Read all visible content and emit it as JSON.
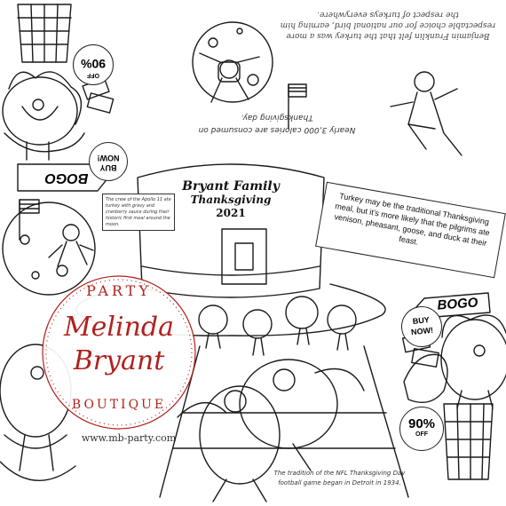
{
  "hat": {
    "line1": "Bryant Family",
    "line2": "Thanksgiving",
    "year": "2021"
  },
  "fact_box": {
    "text": "Turkey may be the traditional Thanksgiving meal, but it's more likely that the pilgrims ate venison, pheasant, goose, and duck at their feast."
  },
  "franklin_fact": {
    "text": "Benjamin Franklin felt that the turkey was a more respectable choice for our national bird, earning him the respect of turkeys everywhere."
  },
  "apollo_note": {
    "text": "The crew of the Apollo 11 ate turkey with gravy and cranberry sauce during their historic first meal around the moon."
  },
  "nfl_note": {
    "text": "The tradition of the NFL Thanksgiving Day football game began in Detroit in 1934."
  },
  "calorie_note": {
    "text": "Nearly 3,000 calories are consumed on Thanksgiving day."
  },
  "badges": {
    "bogo_label": "BOGO",
    "buy_now_label": "BUY NOW!",
    "discount": "90%",
    "discount_sub": "OFF"
  },
  "brand": {
    "top_arc": "PARTY",
    "name_line1": "Melinda",
    "name_line2": "Bryant",
    "bottom_arc": "BOUTIQUE",
    "website": "www.mb-party.com",
    "accent_color": "#b0211d"
  }
}
